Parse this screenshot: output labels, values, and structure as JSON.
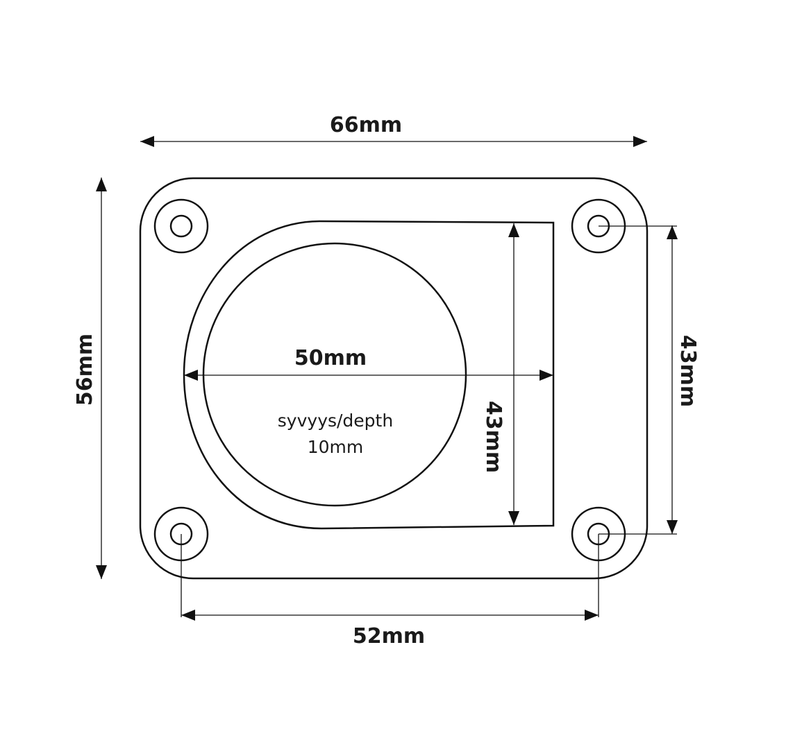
{
  "dimensions": {
    "overall_width": "66mm",
    "overall_height": "56mm",
    "pocket_width": "50mm",
    "pocket_height": "43mm",
    "hole_vertical_spacing": "43mm",
    "hole_horizontal_spacing": "52mm"
  },
  "depth_note": {
    "label": "syvyys/depth",
    "value": "10mm"
  },
  "colors": {
    "line": "#111111",
    "background": "#ffffff"
  }
}
